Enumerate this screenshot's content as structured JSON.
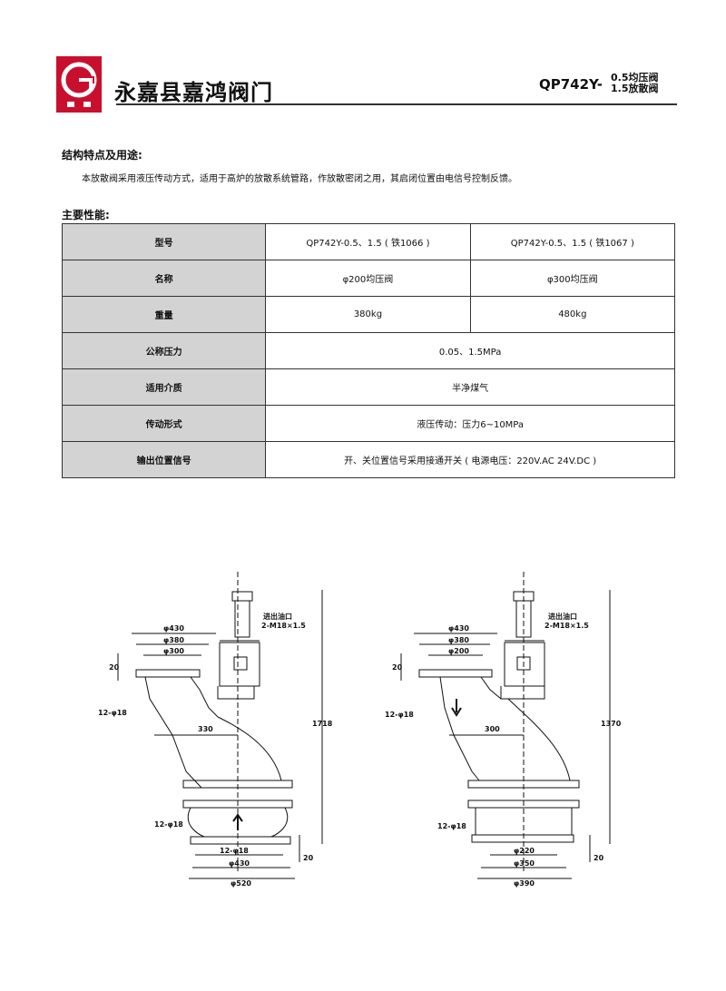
{
  "header": {
    "company": "永嘉县嘉鸿阀门",
    "model_main": "QP742Y-",
    "model_line1": "0.5均压阀",
    "model_line2": "1.5放散阀"
  },
  "features": {
    "title": "结构特点及用途:",
    "text": "本放散阀采用液压传动方式，适用于高炉的放散系统管路，作放散密闭之用，其启闭位置由电信号控制反馈。"
  },
  "performance": {
    "title": "主要性能:",
    "rows": [
      {
        "label": "型号",
        "v1": "QP742Y-0.5、1.5 ( 铁1066 )",
        "v2": "QP742Y-0.5、1.5 ( 铁1067 )"
      },
      {
        "label": "名称",
        "v1": "φ200均压阀",
        "v2": "φ300均压阀"
      },
      {
        "label": "重量",
        "v1": "380kg",
        "v2": "480kg"
      },
      {
        "label": "公称压力",
        "v": "0.05、1.5MPa"
      },
      {
        "label": "适用介质",
        "v": "半净煤气"
      },
      {
        "label": "传动形式",
        "v": "液压传动：压力6~10MPa"
      },
      {
        "label": "输出位置信号",
        "v": "开、关位置信号采用接通开关 ( 电源电压：220V.AC     24V.DC )"
      }
    ]
  },
  "drawing1": {
    "d430": "φ430",
    "d380": "φ380",
    "d300": "φ300",
    "d20": "20",
    "holes": "12-φ18",
    "d330": "330",
    "d1718": "1718",
    "port": "进出油口",
    "port_spec": "2-M18×1.5",
    "b_holes": "12-φ18",
    "b_holes2": "12-φ18",
    "b430": "φ430",
    "b520": "φ520",
    "b20": "20"
  },
  "drawing2": {
    "d430": "φ430",
    "d380": "φ380",
    "d200": "φ200",
    "d20": "20",
    "holes": "12-φ18",
    "d300": "300",
    "d1370": "1370",
    "port": "进出油口",
    "port_spec": "2-M18×1.5",
    "b_holes": "12-φ18",
    "b220": "φ220",
    "b350": "φ350",
    "b390": "φ390",
    "b20": "20"
  }
}
